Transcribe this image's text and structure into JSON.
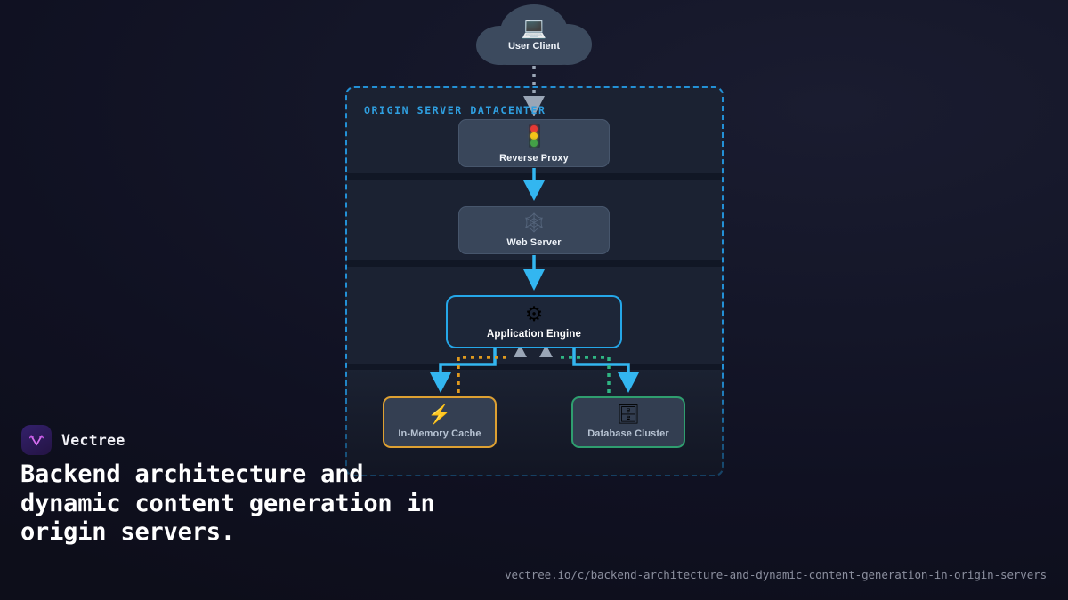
{
  "background": {
    "base_color": "#0d0e1a",
    "accent_color": "#25a7e8"
  },
  "diagram": {
    "container": {
      "label": "ORIGIN SERVER DATACENTER",
      "border_color": "#2390d6",
      "fill_color": "#1b2232"
    },
    "nodes": [
      {
        "id": "user-client",
        "label": "User Client",
        "icon": "laptop-icon",
        "glyph": "💻",
        "shape": "cloud",
        "border_color": "#3c4a5e"
      },
      {
        "id": "reverse-proxy",
        "label": "Reverse Proxy",
        "icon": "traffic-light-icon",
        "glyph": "",
        "shape": "rounded-rect",
        "border_color": "#47566c"
      },
      {
        "id": "web-server",
        "label": "Web Server",
        "icon": "spider-web-icon",
        "glyph": "🕸",
        "shape": "rounded-rect",
        "border_color": "#47566c"
      },
      {
        "id": "application-engine",
        "label": "Application Engine",
        "icon": "gear-icon",
        "glyph": "⚙",
        "shape": "rounded-rect",
        "border_color": "#25a7e8"
      },
      {
        "id": "in-memory-cache",
        "label": "In-Memory Cache",
        "icon": "lightning-bolt-icon",
        "glyph": "⚡",
        "shape": "rounded-rect",
        "border_color": "#dda032"
      },
      {
        "id": "database-cluster",
        "label": "Database Cluster",
        "icon": "database-rack-icon",
        "glyph": "🗄",
        "shape": "rounded-rect",
        "border_color": "#2f9e6f"
      }
    ],
    "edges": [
      {
        "from": "user-client",
        "to": "reverse-proxy",
        "style": "dotted",
        "color": "#9aa6b6"
      },
      {
        "from": "reverse-proxy",
        "to": "web-server",
        "style": "solid",
        "color": "#33b6f0"
      },
      {
        "from": "web-server",
        "to": "application-engine",
        "style": "solid",
        "color": "#33b6f0"
      },
      {
        "from": "application-engine",
        "to": "in-memory-cache",
        "style": "solid",
        "color": "#33b6f0"
      },
      {
        "from": "application-engine",
        "to": "database-cluster",
        "style": "solid",
        "color": "#33b6f0"
      },
      {
        "from": "in-memory-cache",
        "to": "application-engine",
        "style": "dotted",
        "color": "#e09a1f"
      },
      {
        "from": "database-cluster",
        "to": "application-engine",
        "style": "dotted",
        "color": "#2fb583"
      }
    ]
  },
  "brand": {
    "name": "Vectree",
    "logo_icon": "vectree-logo-icon",
    "logo_color": "#d66ef0"
  },
  "headline": "Backend architecture and dynamic content generation in origin servers.",
  "url": "vectree.io/c/backend-architecture-and-dynamic-content-generation-in-origin-servers"
}
